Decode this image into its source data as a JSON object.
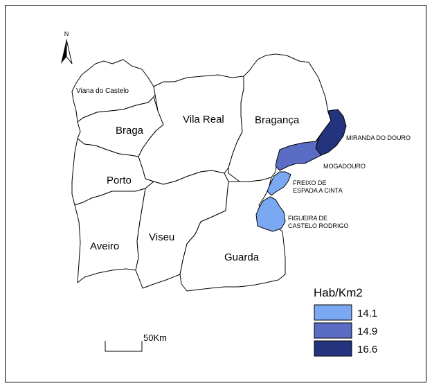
{
  "map": {
    "north_label": "N",
    "districts": [
      {
        "id": "viana",
        "label": "Viana do Castelo"
      },
      {
        "id": "braga",
        "label": "Braga"
      },
      {
        "id": "vilareal",
        "label": "Vila Real"
      },
      {
        "id": "braganca",
        "label": "Bragança"
      },
      {
        "id": "porto",
        "label": "Porto"
      },
      {
        "id": "aveiro",
        "label": "Aveiro"
      },
      {
        "id": "viseu",
        "label": "Viseu"
      },
      {
        "id": "guarda",
        "label": "Guarda"
      }
    ],
    "municipalities": [
      {
        "id": "miranda",
        "label_lines": [
          "MIRANDA DO DOURO"
        ],
        "density": 16.6,
        "color": "#23337d"
      },
      {
        "id": "mogadouro",
        "label_lines": [
          "MOGADOURO"
        ],
        "density": 14.9,
        "color": "#5b6cc4"
      },
      {
        "id": "freixo",
        "label_lines": [
          "FREIXO DE",
          "ESPADA A CINTA"
        ],
        "density": 14.1,
        "color": "#7aa8f2"
      },
      {
        "id": "figueira",
        "label_lines": [
          "FIGUEIRA DE",
          "CASTELO RODRIGO"
        ],
        "density": 14.1,
        "color": "#7aa8f2"
      }
    ]
  },
  "legend": {
    "title": "Hab/Km2",
    "items": [
      {
        "value": "14.1",
        "color": "#7aa8f2"
      },
      {
        "value": "14.9",
        "color": "#5b6cc4"
      },
      {
        "value": "16.6",
        "color": "#23337d"
      }
    ]
  },
  "scale_bar": {
    "label": "50Km"
  }
}
